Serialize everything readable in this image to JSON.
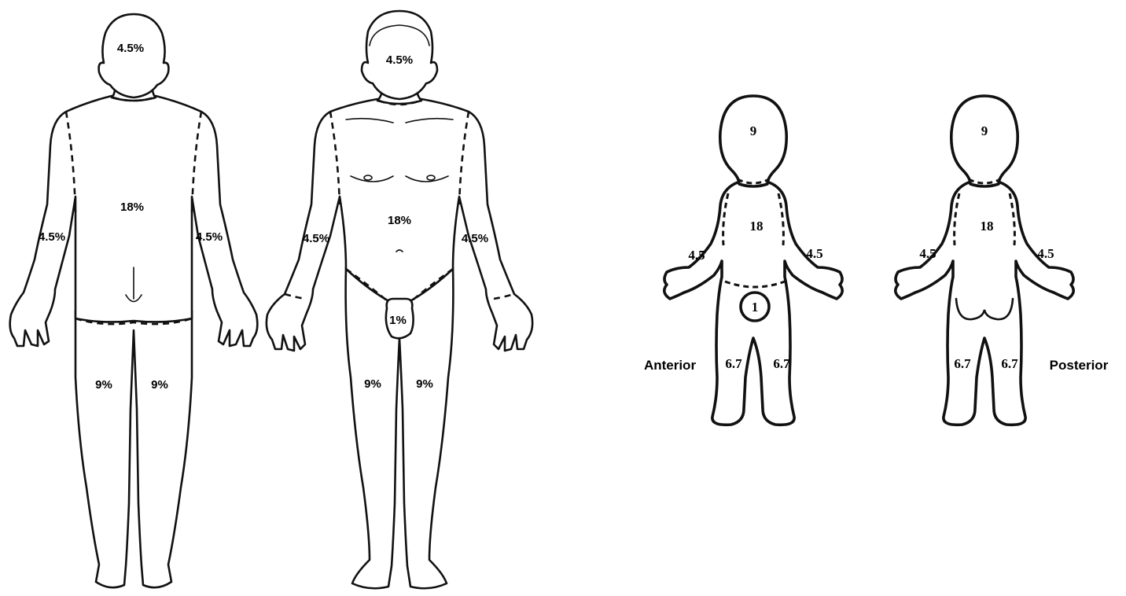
{
  "adult_posterior": {
    "head": "4.5%",
    "trunk": "18%",
    "left_arm": "4.5%",
    "right_arm": "4.5%",
    "left_leg": "9%",
    "right_leg": "9%"
  },
  "adult_anterior": {
    "head": "4.5%",
    "trunk": "18%",
    "left_arm": "4.5%",
    "right_arm": "4.5%",
    "genitals": "1%",
    "left_leg": "9%",
    "right_leg": "9%"
  },
  "child_anterior": {
    "view_label": "Anterior",
    "head": "9",
    "trunk": "18",
    "left_arm": "4.5",
    "right_arm": "4.5",
    "genitals": "1",
    "left_leg": "6.7",
    "right_leg": "6.7"
  },
  "child_posterior": {
    "view_label": "Posterior",
    "head": "9",
    "trunk": "18",
    "left_arm": "4.5",
    "right_arm": "4.5",
    "left_leg": "6.7",
    "right_leg": "6.7"
  }
}
